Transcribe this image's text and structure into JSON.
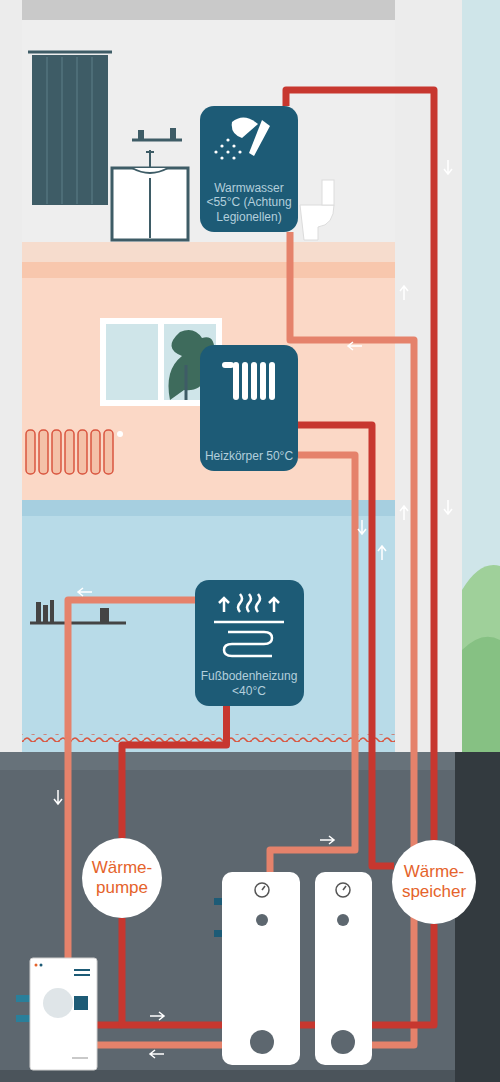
{
  "diagram": {
    "nodes": [
      {
        "text": [
          "Warmwasser <55°C (Achtung Legionellen)"
        ]
      },
      {
        "text": [
          "Heizkörper 50°C"
        ]
      },
      {
        "text": [
          "Fußbodenheizung <40°C"
        ]
      },
      {
        "text": [
          "Wärme- pumpe"
        ]
      },
      {
        "text": [
          "Wärme- speicher"
        ]
      }
    ],
    "edges": [
      {
        "from": 3,
        "to": 4,
        "arrow": "none"
      },
      {
        "from": 4,
        "to": 0,
        "arrow": "none"
      },
      {
        "from": 4,
        "to": 1,
        "arrow": "none"
      },
      {
        "from": 3,
        "to": 2,
        "arrow": "none"
      }
    ]
  }
}
